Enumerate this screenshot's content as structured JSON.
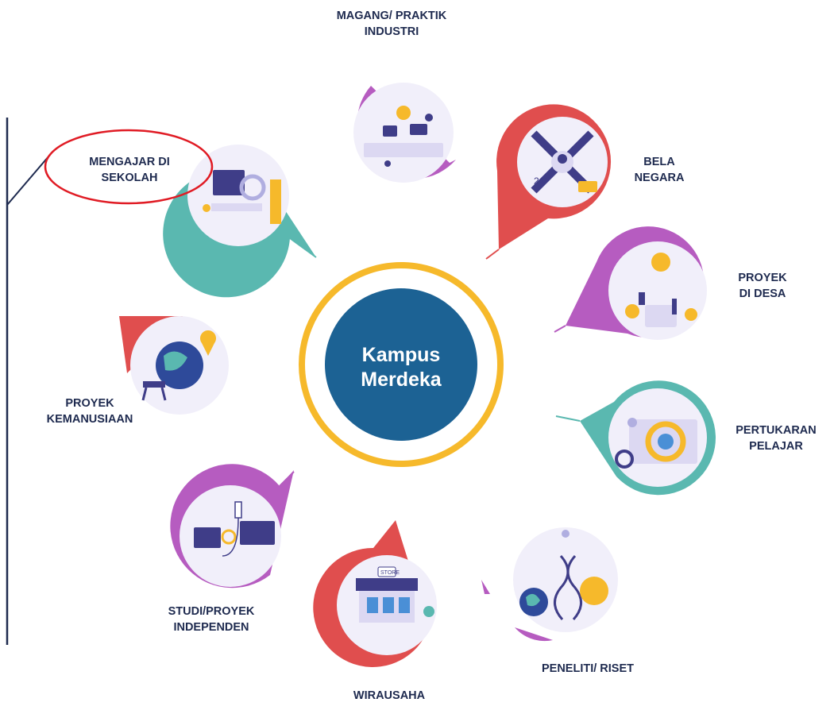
{
  "center": {
    "line1": "Kampus",
    "line2": "Merdeka"
  },
  "programs": [
    {
      "id": "magang",
      "lines": [
        "MAGANG/ PRAKTIK",
        "INDUSTRI"
      ]
    },
    {
      "id": "bela-negara",
      "lines": [
        "BELA",
        "NEGARA"
      ]
    },
    {
      "id": "proyek-desa",
      "lines": [
        "PROYEK",
        "DI DESA"
      ]
    },
    {
      "id": "pertukaran",
      "lines": [
        "PERTUKARAN",
        "PELAJAR"
      ]
    },
    {
      "id": "peneliti",
      "lines": [
        "PENELITI/ RISET"
      ]
    },
    {
      "id": "wirausaha",
      "lines": [
        "WIRAUSAHA"
      ]
    },
    {
      "id": "studi",
      "lines": [
        "STUDI/PROYEK",
        "INDEPENDEN"
      ]
    },
    {
      "id": "kemanusiaan",
      "lines": [
        "PROYEK",
        "KEMANUSIAAN"
      ]
    },
    {
      "id": "mengajar",
      "lines": [
        "MENGAJAR DI",
        "SEKOLAH"
      ]
    }
  ],
  "colors": {
    "center_fill": "#1c6294",
    "center_ring": "#f6b92b",
    "purple": "#b65cc0",
    "red": "#e04e4e",
    "teal": "#5ab8b0",
    "highlight": "#e01b24",
    "line": "#1e2a4f"
  }
}
